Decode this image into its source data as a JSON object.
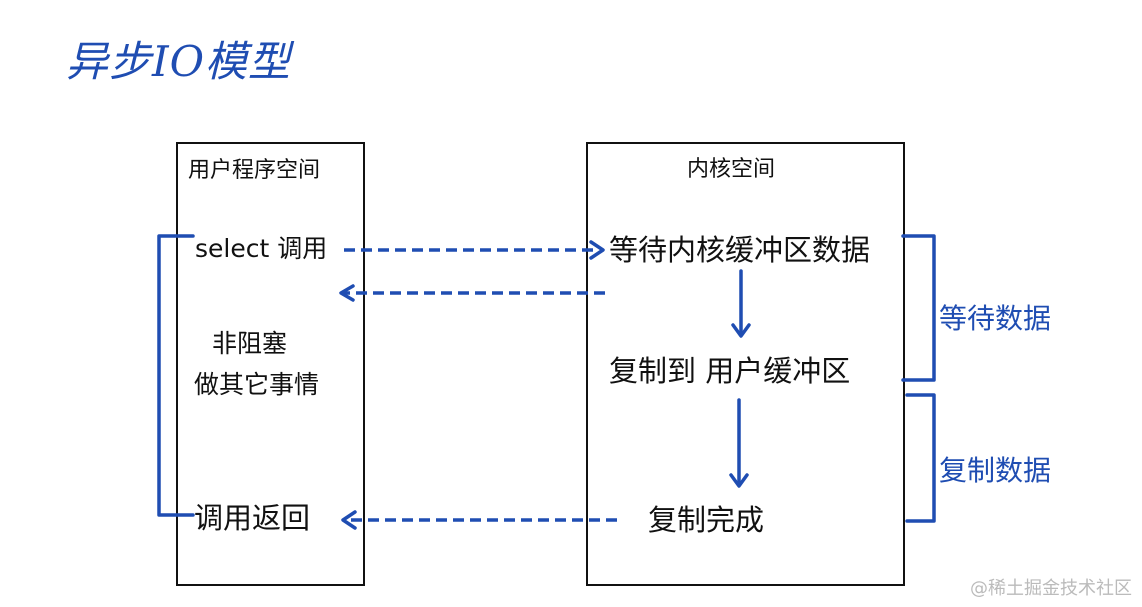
{
  "title": "异步IO模型",
  "user_space": {
    "header": "用户程序空间",
    "select_call": "select 调用",
    "nonblocking": "非阻塞",
    "do_other": "做其它事情",
    "call_return": "调用返回"
  },
  "kernel_space": {
    "header": "内核空间",
    "wait_buffer": "等待内核缓冲区数据",
    "copy_to_user": "复制到 用户缓冲区",
    "copy_done": "复制完成"
  },
  "brackets": {
    "wait_data": "等待数据",
    "copy_data": "复制数据"
  },
  "watermark": "@稀土掘金技术社区",
  "colors": {
    "accent": "#1f4db2",
    "ink": "#111111",
    "watermark": "#bbbbbb"
  }
}
